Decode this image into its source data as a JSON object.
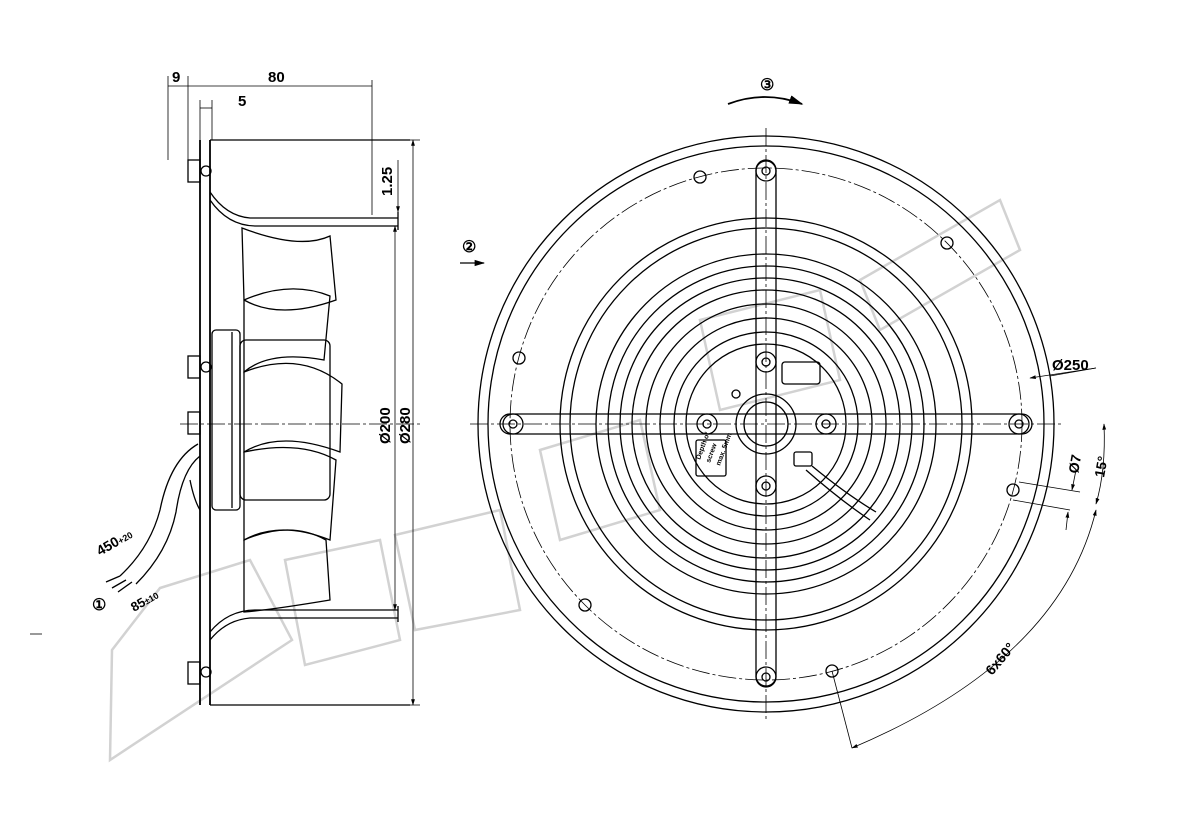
{
  "dimensions": {
    "side_width_9": "9",
    "side_depth_80": "80",
    "side_offset_5": "5",
    "side_plate_1_25": "1.25",
    "bore_dia_200": "Ø200",
    "outer_dia_280": "Ø280",
    "cable_length": "450",
    "cable_length_tol": "+20",
    "strip_length": "85",
    "strip_length_tol": "±10",
    "hole_circle_250": "Ø250",
    "hole_dia_7": "Ø7",
    "angle_15": "15°",
    "hole_pattern": "6x60°"
  },
  "callouts": {
    "cable": "①",
    "airflow": "②",
    "rotation": "③"
  },
  "hub_label": [
    "Depth of",
    "screw",
    "max. 5mm"
  ],
  "watermark_text": "ALLIANCE"
}
